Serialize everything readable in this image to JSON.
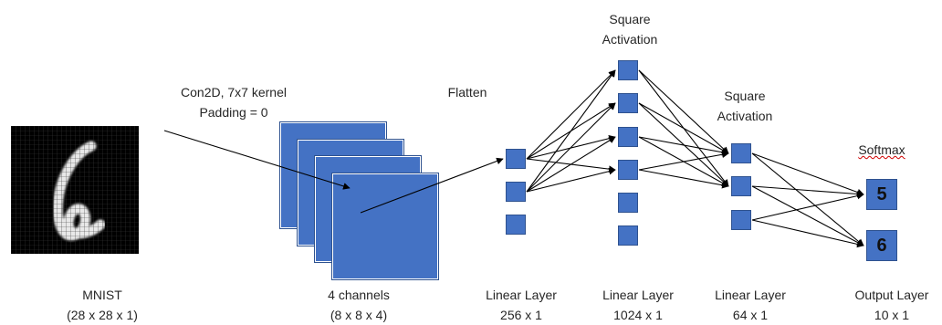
{
  "mnist": {
    "title": "MNIST",
    "dims": "(28 x 28 x 1)"
  },
  "conv": {
    "line1": "Con2D, 7x7 kernel",
    "line2": "Padding = 0"
  },
  "channels": {
    "title": "4 channels",
    "dims": "(8 x 8 x 4)"
  },
  "flatten": "Flatten",
  "linear256": {
    "title": "Linear Layer",
    "dims": "256 x 1"
  },
  "linear1024": {
    "title": "Linear Layer",
    "dims": "1024 x 1"
  },
  "linear64": {
    "title": "Linear Layer",
    "dims": "64 x 1"
  },
  "output": {
    "title": "Output Layer",
    "dims": "10 x 1",
    "node_labels": [
      "5",
      "6"
    ]
  },
  "square_act_1": {
    "line1": "Square",
    "line2": "Activation"
  },
  "square_act_2": {
    "line1": "Square",
    "line2": "Activation"
  },
  "softmax": "Softmax",
  "colors": {
    "node": "#4472c4",
    "node_border": "#2f528f"
  }
}
